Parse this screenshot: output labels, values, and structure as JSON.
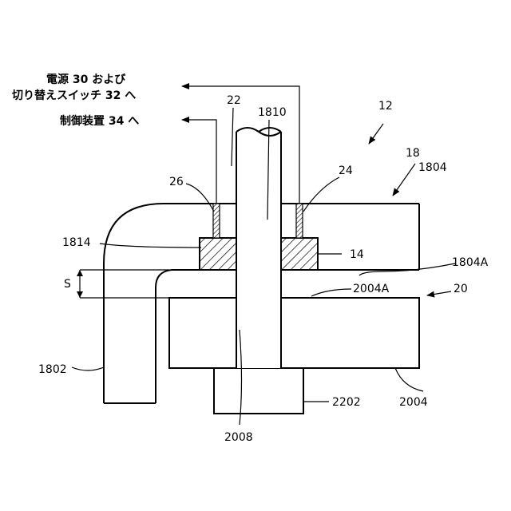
{
  "labels": {
    "power": "電源 30 および",
    "switch": "切り替えスイッチ 32 へ",
    "controller": "制御装置 34 へ",
    "n12": "12",
    "n18": "18",
    "n22": "22",
    "n1810": "1810",
    "n1804": "1804",
    "n24": "24",
    "n26": "26",
    "n1814": "1814",
    "n14": "14",
    "n1804A": "1804A",
    "nS": "S",
    "n2004A": "2004A",
    "n20": "20",
    "n1802": "1802",
    "n2202": "2202",
    "n2004": "2004",
    "n2008": "2008"
  }
}
